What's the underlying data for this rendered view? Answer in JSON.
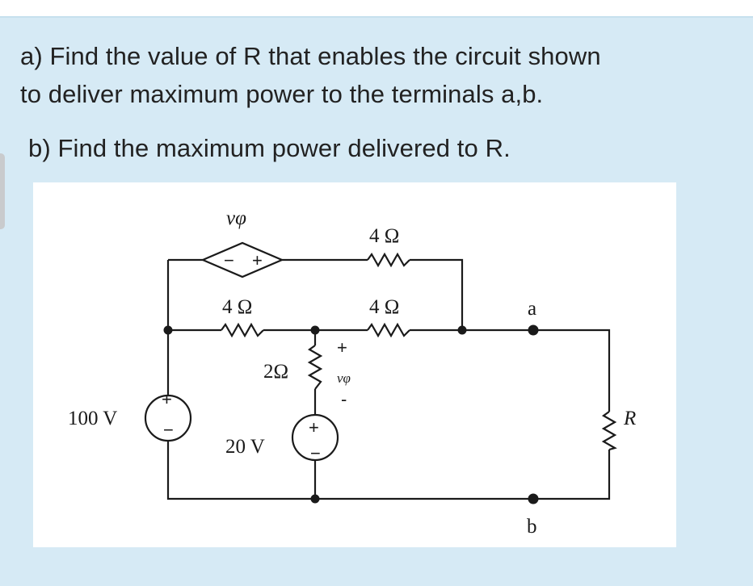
{
  "question": {
    "part_a_line1": "a) Find the value of R that enables the circuit shown",
    "part_a_line2": "to deliver maximum power to the terminals a,b.",
    "part_b": "b) Find the maximum power delivered to R."
  },
  "circuit": {
    "dependent_source_label": "vφ",
    "dependent_source_minus": "−",
    "dependent_source_plus": "+",
    "top_resistor": "4 Ω",
    "left_resistor": "4 Ω",
    "middle_resistor": "4 Ω",
    "vertical_resistor": "2Ω",
    "vphi_plus": "+",
    "vphi_label": "vφ",
    "vphi_minus": "-",
    "source_100v_label": "100 V",
    "source_100v_plus": "+",
    "source_100v_minus": "−",
    "source_20v_label": "20 V",
    "source_20v_plus": "+",
    "source_20v_minus": "−",
    "terminal_a": "a",
    "terminal_b": "b",
    "load_resistor": "R"
  }
}
